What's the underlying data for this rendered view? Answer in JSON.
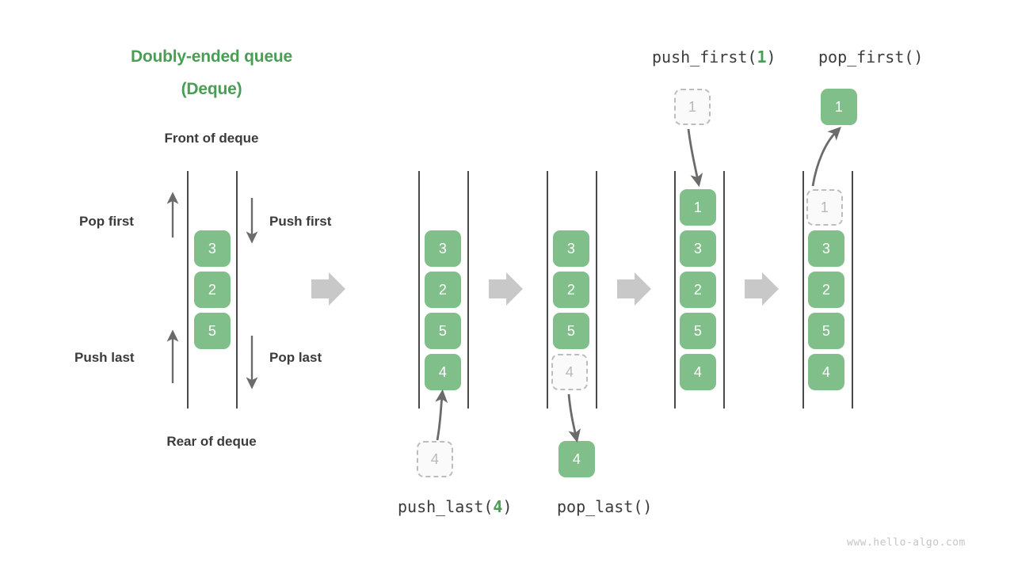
{
  "title": {
    "line1": "Doubly-ended queue",
    "line2": "(Deque)",
    "color": "#4a9e54"
  },
  "labels": {
    "front_of_deque": "Front of deque",
    "rear_of_deque": "Rear of deque",
    "pop_first": "Pop first",
    "push_first": "Push first",
    "push_last": "Push last",
    "pop_last": "Pop last"
  },
  "operations": {
    "push_first": {
      "name": "push_first(",
      "arg": "1",
      "close": ")"
    },
    "pop_first": {
      "name": "pop_first()",
      "arg": "",
      "close": ""
    },
    "push_last": {
      "name": "push_last(",
      "arg": "4",
      "close": ")"
    },
    "pop_last": {
      "name": "pop_last()",
      "arg": "",
      "close": ""
    }
  },
  "colors": {
    "cell_fill": "#81bf8a",
    "cell_text": "#ffffff",
    "ghost_fill": "#fafafa",
    "ghost_border": "#bdbdbd",
    "ghost_text": "#b9b9b9",
    "rail": "#4a4a4a",
    "block_arrow": "#c8c8c8",
    "thin_arrow": "#6b6b6b",
    "label_text": "#3b3b3b"
  },
  "stages": [
    {
      "id": "initial",
      "cells": [
        "3",
        "2",
        "5"
      ],
      "ghost_top": null,
      "ghost_bottom": null,
      "external_top": null,
      "external_bottom": null
    },
    {
      "id": "push-last-before",
      "cells": [
        "3",
        "2",
        "5",
        "4"
      ],
      "ghost_top": null,
      "ghost_bottom": null,
      "external_top": null,
      "external_bottom": {
        "value": "4",
        "style": "ghost"
      }
    },
    {
      "id": "pop-last",
      "cells": [
        "3",
        "2",
        "5"
      ],
      "ghost_top": null,
      "ghost_bottom": {
        "value": "4"
      },
      "external_top": null,
      "external_bottom": {
        "value": "4",
        "style": "solid"
      }
    },
    {
      "id": "push-first",
      "cells": [
        "1",
        "3",
        "2",
        "5",
        "4"
      ],
      "ghost_top": null,
      "ghost_bottom": null,
      "external_top": {
        "value": "1",
        "style": "ghost"
      },
      "external_bottom": null
    },
    {
      "id": "pop-first",
      "cells": [
        "3",
        "2",
        "5",
        "4"
      ],
      "ghost_top": {
        "value": "1"
      },
      "ghost_bottom": null,
      "external_top": {
        "value": "1",
        "style": "solid"
      },
      "external_bottom": null
    }
  ],
  "watermark": "www.hello-algo.com"
}
